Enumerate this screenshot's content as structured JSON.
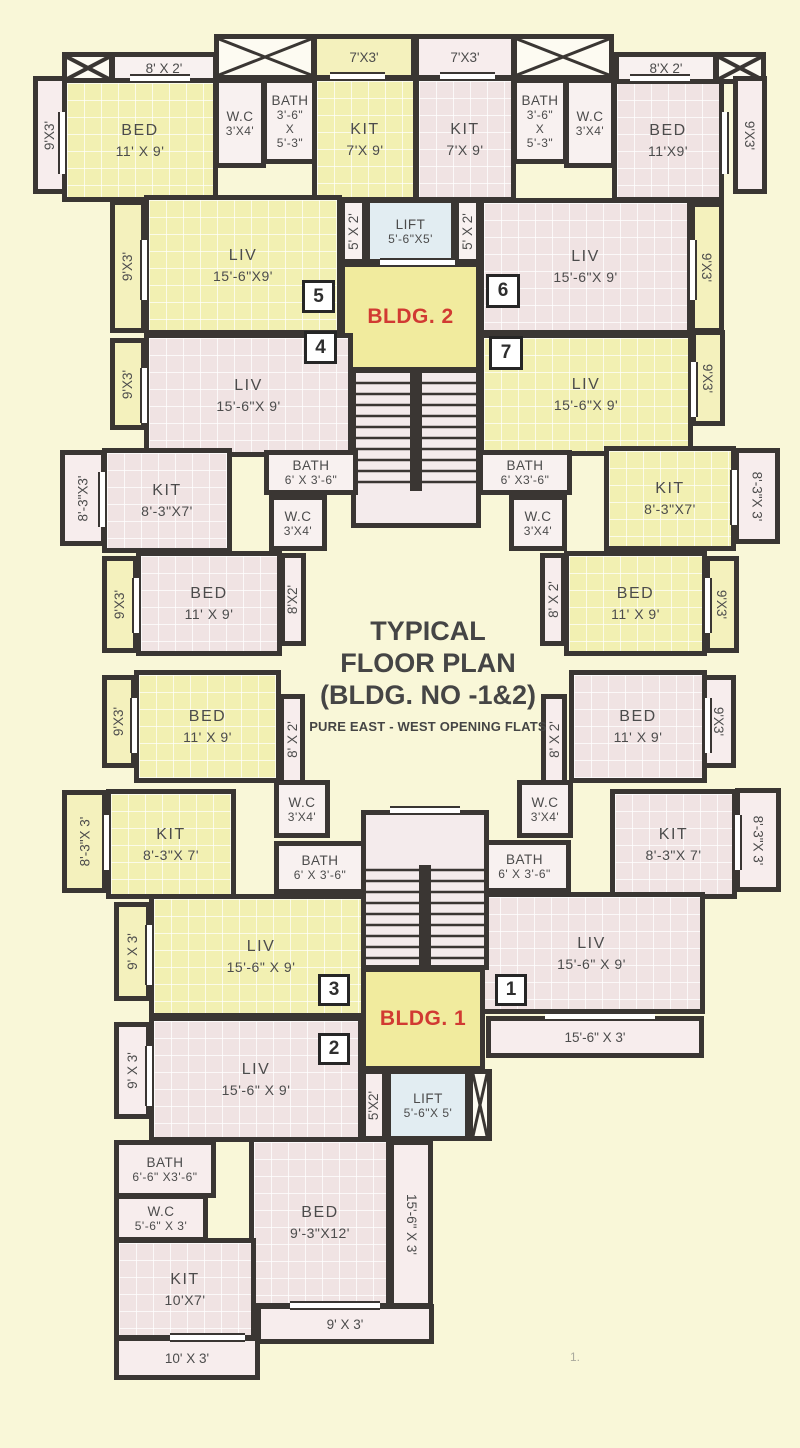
{
  "title": {
    "line1": "TYPICAL",
    "line2": "FLOOR PLAN",
    "line3": "(BLDG. NO -1&2)",
    "subtitle": "PURE EAST - WEST OPENING FLATS"
  },
  "buildings": {
    "bldg2": "BLDG. 2",
    "bldg1": "BLDG. 1"
  },
  "badges": {
    "u1": "1",
    "u2": "2",
    "u3": "3",
    "u4": "4",
    "u5": "5",
    "u6": "6",
    "u7": "7"
  },
  "lifts": {
    "top": {
      "name": "LIFT",
      "dims": "5'-6\"X5'"
    },
    "bottom": {
      "name": "LIFT",
      "dims": "5'-6\"X 5'"
    }
  },
  "rooms": {
    "u5_bed": {
      "name": "BED",
      "dims": "11' X 9'"
    },
    "u5_wc": {
      "name": "W.C",
      "dims": "3'X4'"
    },
    "u5_bath": {
      "name": "BATH",
      "d1": "3'-6\"",
      "d2": "X",
      "d3": "5'-3\""
    },
    "u5_kit": {
      "name": "KIT",
      "dims": "7'X 9'"
    },
    "u5_liv": {
      "name": "LIV",
      "dims": "15'-6\"X9'"
    },
    "u6_kit": {
      "name": "KIT",
      "dims": "7'X 9'"
    },
    "u6_bath": {
      "name": "BATH",
      "d1": "3'-6\"",
      "d2": "X",
      "d3": "5'-3\""
    },
    "u6_wc": {
      "name": "W.C",
      "dims": "3'X4'"
    },
    "u6_bed": {
      "name": "BED",
      "dims": "11'X9'"
    },
    "u6_liv": {
      "name": "LIV",
      "dims": "15'-6\"X 9'"
    },
    "u4_liv": {
      "name": "LIV",
      "dims": "15'-6\"X 9'"
    },
    "u4_kit": {
      "name": "KIT",
      "dims": "8'-3\"X7'"
    },
    "u4_bath": {
      "name": "BATH",
      "dims": "6' X 3'-6\""
    },
    "u4_wc": {
      "name": "W.C",
      "dims": "3'X4'"
    },
    "u4_bed": {
      "name": "BED",
      "dims": "11' X 9'"
    },
    "u7_liv": {
      "name": "LIV",
      "dims": "15'-6\"X 9'"
    },
    "u7_bath": {
      "name": "BATH",
      "dims": "6' X3'-6\""
    },
    "u7_wc": {
      "name": "W.C",
      "dims": "3'X4'"
    },
    "u7_kit": {
      "name": "KIT",
      "dims": "8'-3\"X7'"
    },
    "u7_bed": {
      "name": "BED",
      "dims": "11' X 9'"
    },
    "u3_bed": {
      "name": "BED",
      "dims": "11' X 9'"
    },
    "u3_wc": {
      "name": "W.C",
      "dims": "3'X4'"
    },
    "u3_kit": {
      "name": "KIT",
      "dims": "8'-3\"X 7'"
    },
    "u3_bath": {
      "name": "BATH",
      "dims": "6' X 3'-6\""
    },
    "u3_liv": {
      "name": "LIV",
      "dims": "15'-6\" X 9'"
    },
    "u1_bed": {
      "name": "BED",
      "dims": "11' X 9'"
    },
    "u1_wc": {
      "name": "W.C",
      "dims": "3'X4'"
    },
    "u1_kit": {
      "name": "KIT",
      "dims": "8'-3\"X 7'"
    },
    "u1_bath": {
      "name": "BATH",
      "dims": "6' X 3'-6\""
    },
    "u1_liv": {
      "name": "LIV",
      "dims": "15'-6\" X 9'"
    },
    "u2_liv": {
      "name": "LIV",
      "dims": "15'-6\" X 9'"
    },
    "u2_bath": {
      "name": "BATH",
      "dims": "6'-6\" X3'-6\""
    },
    "u2_wc": {
      "name": "W.C",
      "dims": "5'-6\" X 3'"
    },
    "u2_bed": {
      "name": "BED",
      "dims": "9'-3\"X12'"
    },
    "u2_kit": {
      "name": "KIT",
      "dims": "10'X7'"
    }
  },
  "balconies": {
    "b8x2_tl": "8' X 2'",
    "b8x2_tr": "8'X 2'",
    "v9x3_tl": "9'X3'",
    "v9x3_tr": "9'X3'",
    "b7x3_l": "7'X3'",
    "b7x3_r": "7'X3'",
    "v9x3_liv5": "9'X3'",
    "v9x3_liv6": "9'X3'",
    "v5x2_l": "5' X 2'",
    "v5x2_r": "5' X 2'",
    "v9x3_liv4": "9'X3'",
    "v9x3_liv7": "9'X3'",
    "v8_3x3_u4": "8'-3\"X3'",
    "v8_3x3_u7": "8'-3\"X 3'",
    "v9x3_bed4": "9'X3'",
    "v9x3_bed7": "9'X3'",
    "v8x2_u4": "8'X2'",
    "v8x2_u7": "8' X 2'",
    "v9x3_bed3": "9'X3'",
    "v9x3_bed1": "9'X3'",
    "v8x2_u3": "8' X 2'",
    "v8x2_u1": "8' X 2'",
    "v8_3x3_u3": "8'-3\"X 3'",
    "v8_3x3_u1": "8'-3\"X 3'",
    "v9x3_liv3": "9' X 3'",
    "v9x3_liv2": "9' X 3'",
    "b15_6x3_u1": "15'-6\" X 3'",
    "v5x2_b": "5'X2'",
    "v15_6x3_u2": "15'-6\" X 3'",
    "b9x3_u2": "9' X 3'",
    "b10x3_u2": "10' X 3'"
  },
  "artifact_mark": "1."
}
